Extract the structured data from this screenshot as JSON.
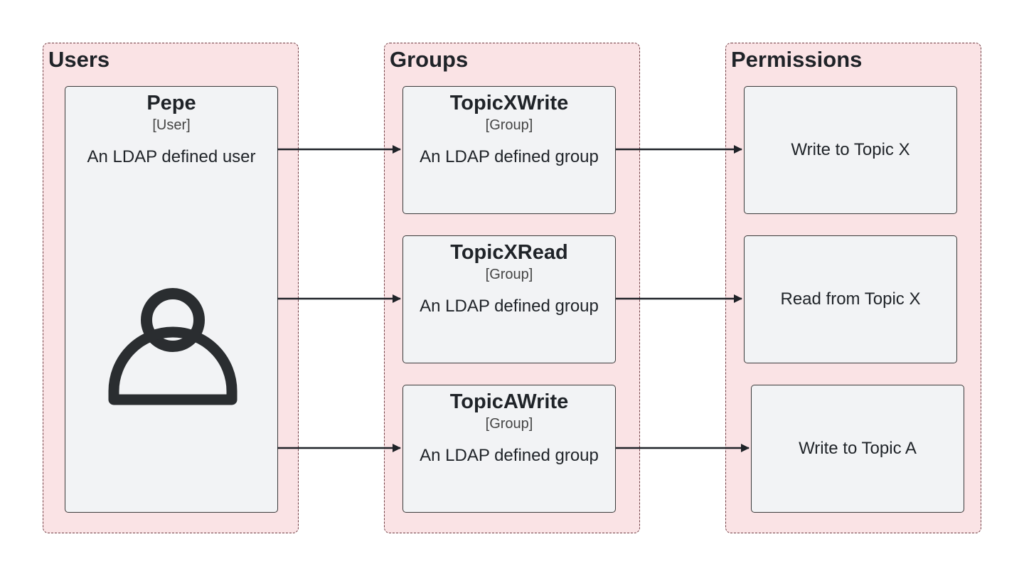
{
  "lanes": {
    "users": {
      "title": "Users"
    },
    "groups": {
      "title": "Groups"
    },
    "permissions": {
      "title": "Permissions"
    }
  },
  "user": {
    "name": "Pepe",
    "type": "[User]",
    "description": "An LDAP defined user",
    "icon": "person-icon"
  },
  "groups": [
    {
      "name": "TopicXWrite",
      "type": "[Group]",
      "description": "An LDAP defined group"
    },
    {
      "name": "TopicXRead",
      "type": "[Group]",
      "description": "An LDAP defined group"
    },
    {
      "name": "TopicAWrite",
      "type": "[Group]",
      "description": "An LDAP defined group"
    }
  ],
  "permissions": [
    {
      "label": "Write to Topic X"
    },
    {
      "label": "Read from Topic X"
    },
    {
      "label": "Write to Topic A"
    }
  ],
  "colors": {
    "lane_fill": "#fae3e5",
    "lane_border": "#6e3a40",
    "node_fill": "#f2f3f5",
    "arrow": "#1f2328"
  }
}
